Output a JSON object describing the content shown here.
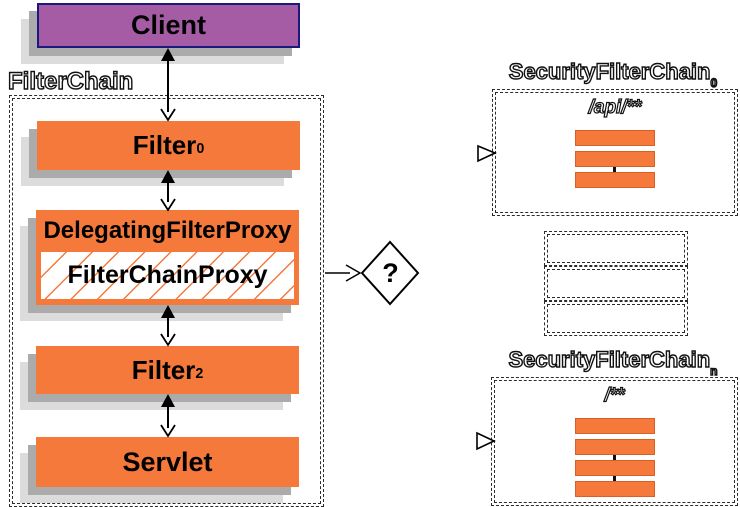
{
  "colors": {
    "orange": "#F4793B",
    "bar_border": "#D95F28",
    "client_purple": "#A55CA5",
    "client_border": "#1A1A7E",
    "shadow_inner": "#ABABAB",
    "shadow_outer": "#DCDCDC",
    "dash": "#2B2B2B",
    "hatch_line": "#F4793B"
  },
  "left_column": {
    "client_label": "Client",
    "chain_label": "FilterChain",
    "filter0": {
      "base": "Filter",
      "sub": "0"
    },
    "delegating_label": "DelegatingFilterProxy",
    "chain_proxy_label": "FilterChainProxy",
    "filter2": {
      "base": "Filter",
      "sub": "2"
    },
    "servlet_label": "Servlet"
  },
  "decision": {
    "label": "?"
  },
  "right_column": {
    "chains": [
      {
        "title": "SecurityFilterChain",
        "subscript": "0",
        "pattern": "/api/**",
        "filter_count": 3,
        "tick_gaps": [
          2
        ]
      },
      {
        "title": "SecurityFilterChain",
        "subscript": "n",
        "pattern": "/**",
        "filter_count": 4,
        "tick_gaps": [
          2,
          3
        ]
      }
    ],
    "ellipsis_count": 3
  }
}
